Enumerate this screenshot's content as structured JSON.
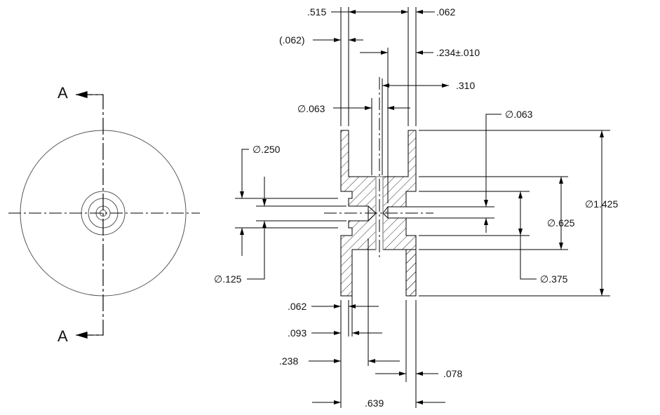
{
  "section_label": "A",
  "dimensions": {
    "d515": ".515",
    "d062_top": ".062",
    "d062_ref": "(.062)",
    "d234": ".234±.010",
    "d310": ".310",
    "dia063_left": "∅.063",
    "dia063_right": "∅.063",
    "dia250": "∅.250",
    "dia125": "∅.125",
    "dia625": "∅.625",
    "dia375": "∅.375",
    "dia1425": "∅1.425",
    "d062_bottom": ".062",
    "d093": ".093",
    "d238": ".238",
    "d078": ".078",
    "d639": ".639"
  }
}
